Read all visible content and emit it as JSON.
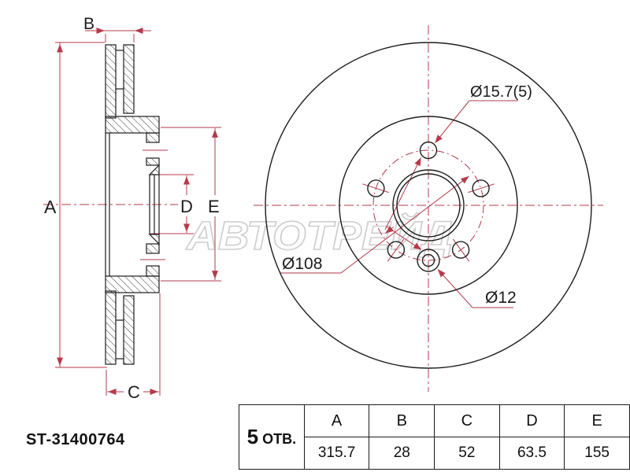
{
  "colors": {
    "line": "#1c1c1c",
    "dim": "#b53a4b",
    "watermark_stroke": "#cccccc"
  },
  "part_number": "ST-31400764",
  "watermark_text": "АВТОТРЕЙД",
  "section_view": {
    "dim_labels": {
      "a": "A",
      "b": "B",
      "c": "C",
      "d": "D",
      "e": "E"
    }
  },
  "front_view": {
    "callout_bolt_holes": "Ø15.7(5)",
    "callout_bolt_circle": "Ø108",
    "callout_pin_hole": "Ø12"
  },
  "spec_table": {
    "holes_count": "5",
    "holes_suffix": "ОТВ.",
    "columns": [
      "A",
      "B",
      "C",
      "D",
      "E"
    ],
    "values": [
      "315.7",
      "28",
      "52",
      "63.5",
      "155"
    ]
  }
}
